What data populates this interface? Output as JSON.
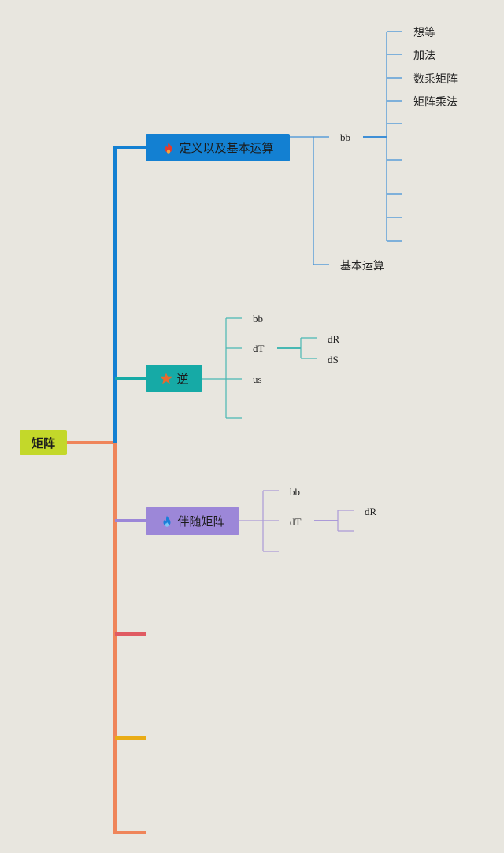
{
  "root": {
    "label": "矩阵"
  },
  "colors": {
    "background": "#e8e6df",
    "root": "#c3d82a",
    "definition": "#1380d2",
    "inverse": "#16aaa6",
    "adjugate": "#9c87d8",
    "trunk": "#ef855a",
    "stub_red": "#e05b62",
    "stub_yellow": "#e9ac16"
  },
  "topics": [
    {
      "id": "definition",
      "label": "定义以及基本运算",
      "icon": "fire-icon",
      "children": [
        {
          "label": "bb",
          "children": [
            "想等",
            "加法",
            "数乘矩阵",
            "矩阵乘法",
            "",
            "",
            "",
            "",
            ""
          ]
        },
        {
          "label": "基本运算",
          "children": []
        }
      ]
    },
    {
      "id": "inverse",
      "label": "逆",
      "icon": "star-icon",
      "children": [
        {
          "label": "bb",
          "children": []
        },
        {
          "label": "dT",
          "children": [
            "dR",
            "dS"
          ]
        },
        {
          "label": "us",
          "children": []
        },
        {
          "label": "",
          "children": []
        }
      ]
    },
    {
      "id": "adjugate",
      "label": "伴随矩阵",
      "icon": "flame-blue-icon",
      "children": [
        {
          "label": "bb",
          "children": []
        },
        {
          "label": "dT",
          "children": [
            "dR",
            ""
          ]
        },
        {
          "label": "",
          "children": []
        }
      ]
    }
  ]
}
